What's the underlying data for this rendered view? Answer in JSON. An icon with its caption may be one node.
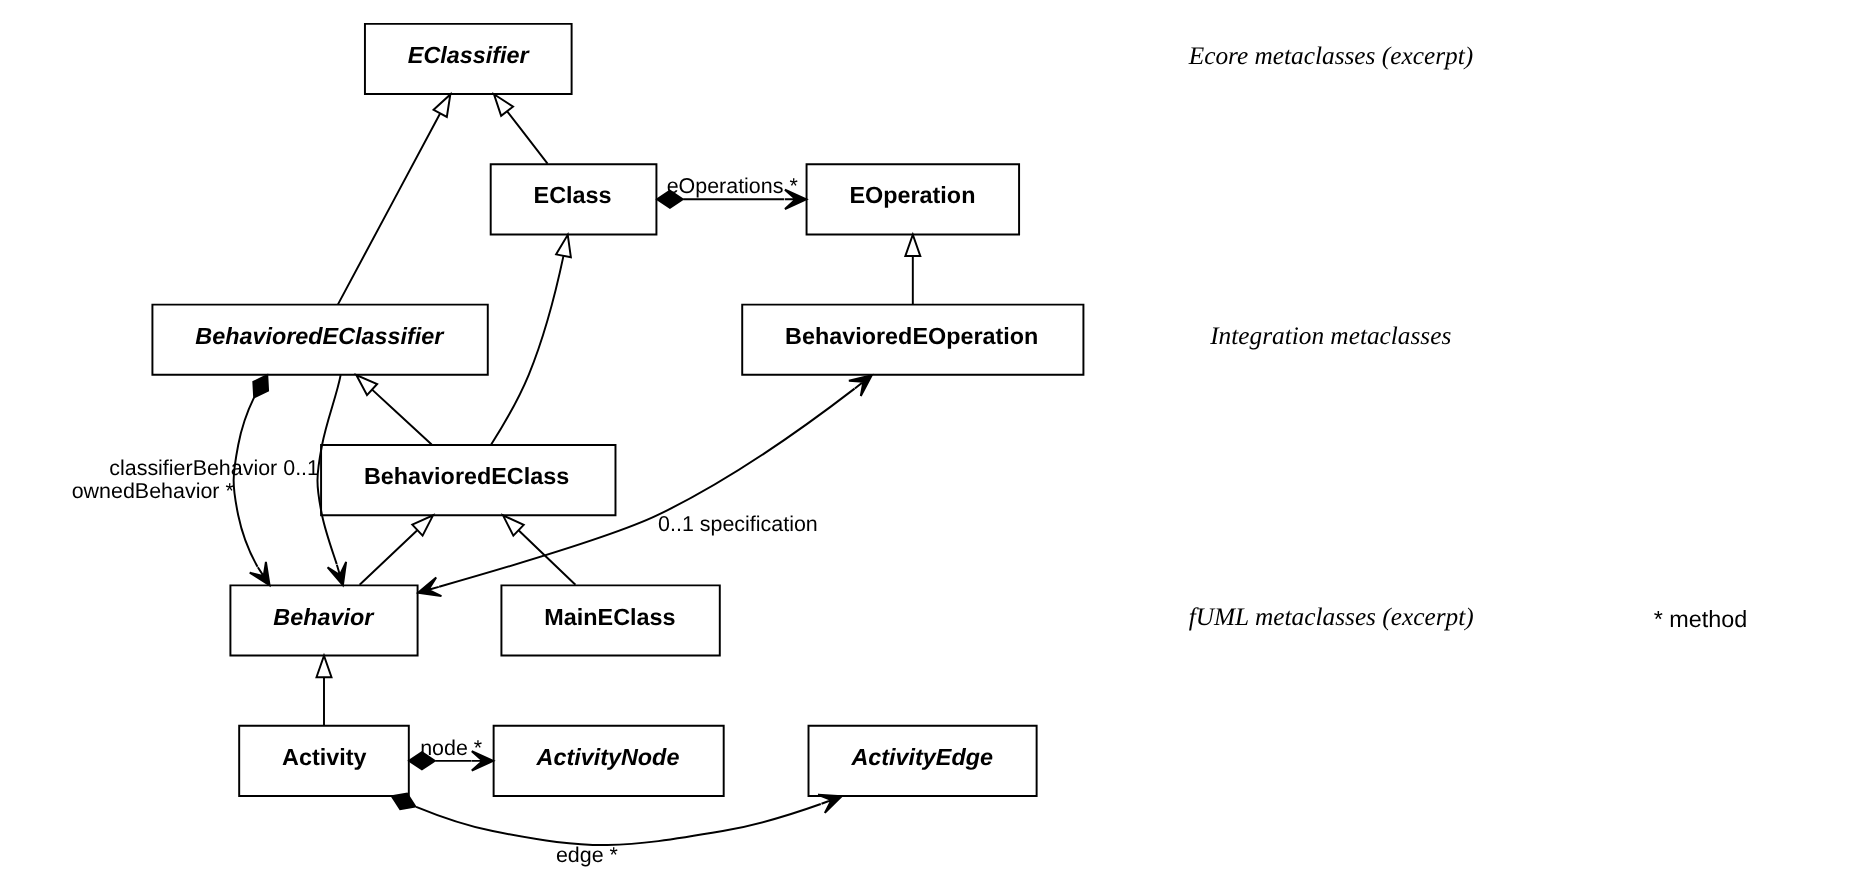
{
  "diagram": {
    "nodes": [
      {
        "text": [
          "EClassifier"
        ]
      },
      {
        "text": [
          "EClass"
        ]
      },
      {
        "text": [
          "EOperation"
        ]
      },
      {
        "text": [
          "BehavioredEClassifier"
        ]
      },
      {
        "text": [
          "BehavioredEClass"
        ]
      },
      {
        "text": [
          "BehavioredEOperation"
        ]
      },
      {
        "text": [
          "MainEClass"
        ]
      },
      {
        "text": [
          "Behavior"
        ]
      },
      {
        "text": [
          "Activity"
        ]
      },
      {
        "text": [
          "ActivityNode"
        ]
      },
      {
        "text": [
          "ActivityEdge"
        ]
      }
    ],
    "edges": [
      {
        "from": 3,
        "to": 0,
        "arrow": "to"
      },
      {
        "from": 1,
        "to": 0,
        "arrow": "to"
      },
      {
        "from": 1,
        "to": 2,
        "arrow": "to",
        "label": "eOperations *"
      },
      {
        "from": 4,
        "to": 1,
        "arrow": "to"
      },
      {
        "from": 5,
        "to": 2,
        "arrow": "to"
      },
      {
        "from": 4,
        "to": 3,
        "arrow": "to"
      },
      {
        "from": 6,
        "to": 4,
        "arrow": "to"
      },
      {
        "from": 7,
        "to": 4,
        "arrow": "to"
      },
      {
        "from": 3,
        "to": 7,
        "arrow": "to",
        "label": "ownedBehavior *"
      },
      {
        "from": 3,
        "to": 7,
        "arrow": "to",
        "label": "classifierBehavior 0..1"
      },
      {
        "from": 7,
        "to": 5,
        "arrow": "both",
        "label": "0..1 specification"
      },
      {
        "from": 8,
        "to": 7,
        "arrow": "to"
      },
      {
        "from": 8,
        "to": 9,
        "arrow": "to",
        "label": "node *"
      },
      {
        "from": 8,
        "to": 10,
        "arrow": "to",
        "label": "edge *"
      }
    ],
    "labels": [
      "Ecore metaclasses (excerpt)",
      "Integration metaclasses",
      "fUML metaclasses (excerpt)",
      "* method"
    ]
  }
}
